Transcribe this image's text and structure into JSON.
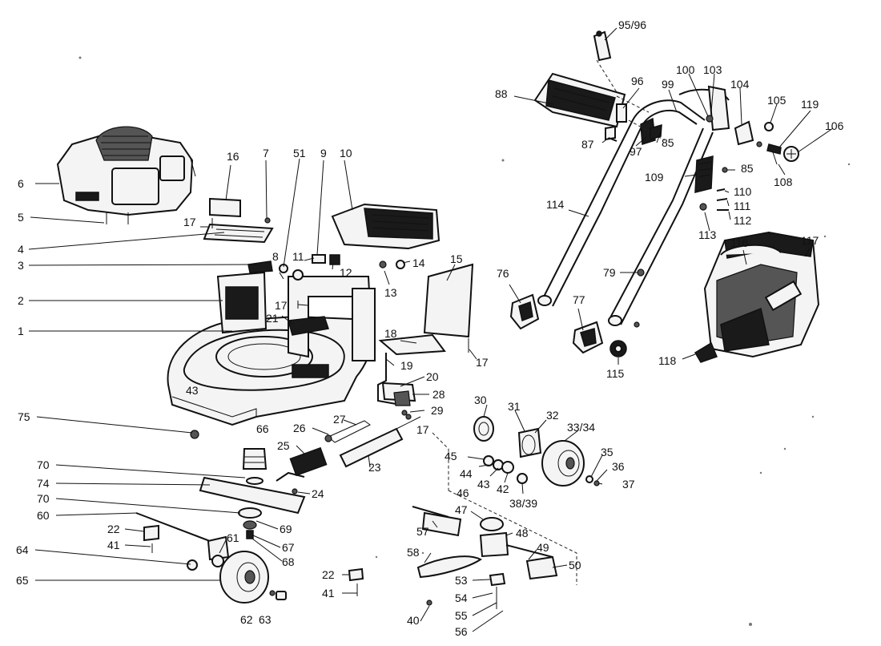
{
  "diagram": {
    "callouts": {
      "c1": "1",
      "c2": "2",
      "c3": "3",
      "c4": "4",
      "c5": "5",
      "c6": "6",
      "c7": "7",
      "c8": "8",
      "c9": "9",
      "c10": "10",
      "c11": "11",
      "c12": "12",
      "c13": "13",
      "c14": "14",
      "c15": "15",
      "c16": "16",
      "c17a": "17",
      "c17b": "17",
      "c17c": "17",
      "c17d": "17",
      "c18": "18",
      "c19": "19",
      "c20": "20",
      "c21": "21",
      "c22a": "22",
      "c22b": "22",
      "c23": "23",
      "c24": "24",
      "c25": "25",
      "c26": "26",
      "c27": "27",
      "c28": "28",
      "c29": "29",
      "c30": "30",
      "c31": "31",
      "c32": "32",
      "c33_34": "33/34",
      "c35": "35",
      "c36": "36",
      "c37": "37",
      "c38_39": "38/39",
      "c40": "40",
      "c41a": "41",
      "c41b": "41",
      "c42": "42",
      "c43": "43",
      "c44": "44",
      "c45": "45",
      "c46": "46",
      "c47": "47",
      "c48": "48",
      "c49": "49",
      "c50": "50",
      "c51": "51",
      "c53": "53",
      "c54": "54",
      "c55": "55",
      "c56": "56",
      "c57": "57",
      "c58": "58",
      "c60": "60",
      "c61": "61",
      "c62": "62",
      "c63": "63",
      "c64": "64",
      "c65": "65",
      "c66": "66",
      "c67": "67",
      "c68": "68",
      "c69": "69",
      "c70a": "70",
      "c70b": "70",
      "c74": "74",
      "c75": "75",
      "c76": "76",
      "c77": "77",
      "c79": "79",
      "c85a": "85",
      "c85b": "85",
      "c87": "87",
      "c88": "88",
      "c95": "95/96",
      "c96": "96",
      "c97": "97",
      "c99": "99",
      "c100": "100",
      "c103": "103",
      "c104": "104",
      "c105": "105",
      "c106": "106",
      "c108": "108",
      "c109": "109",
      "c110": "110",
      "c111": "111",
      "c112": "112",
      "c113": "113",
      "c114": "114",
      "c115": "115",
      "c116": "116",
      "c117": "117",
      "c118": "118",
      "c119": "119"
    },
    "deck_marking": "43"
  }
}
